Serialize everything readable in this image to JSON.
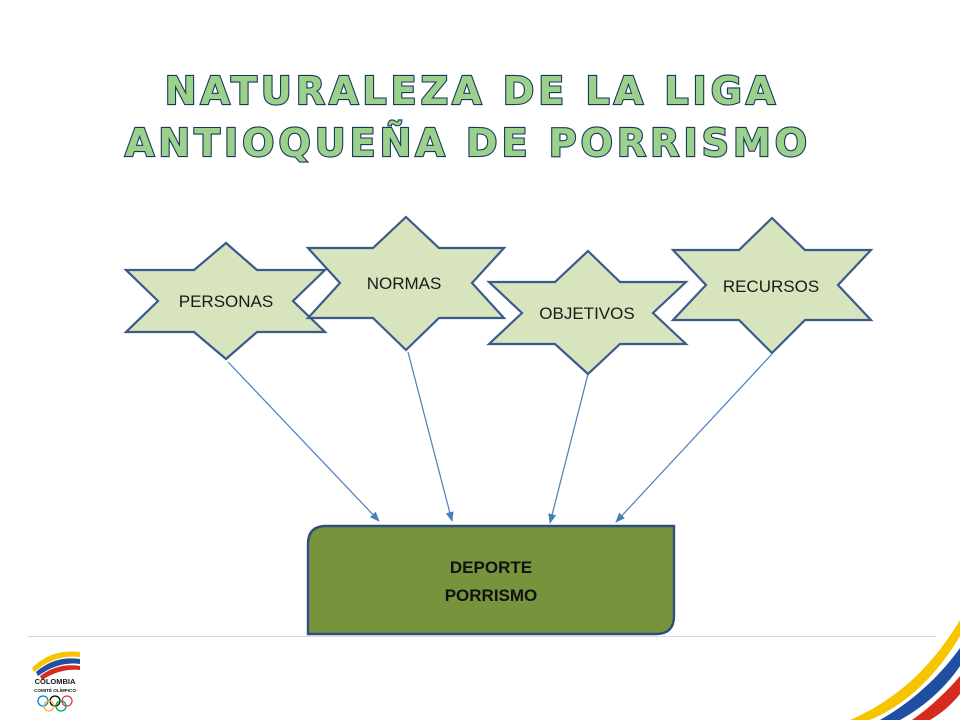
{
  "title": {
    "line1": "NATURALEZA DE LA LIGA",
    "line2": "ANTIOQUEÑA DE PORRISMO"
  },
  "stars": [
    {
      "id": "personas",
      "label": "PERSONAS"
    },
    {
      "id": "normas",
      "label": "NORMAS"
    },
    {
      "id": "objetivos",
      "label": "OBJETIVOS"
    },
    {
      "id": "recursos",
      "label": "RECURSOS"
    }
  ],
  "target_box": {
    "line1": "DEPORTE",
    "line2": "PORRISMO"
  },
  "logo": {
    "name": "COLOMBIA",
    "sub": "COMITÉ OLÍMPICO"
  },
  "colors": {
    "star_fill": "#d7e4bd",
    "star_stroke": "#3a5a8c",
    "box_fill": "#77933c",
    "box_stroke": "#2e4e7e",
    "arrow": "#4a7ebb",
    "flag_yellow": "#f6c500",
    "flag_blue": "#1f4fa0",
    "flag_red": "#d52b1e"
  }
}
